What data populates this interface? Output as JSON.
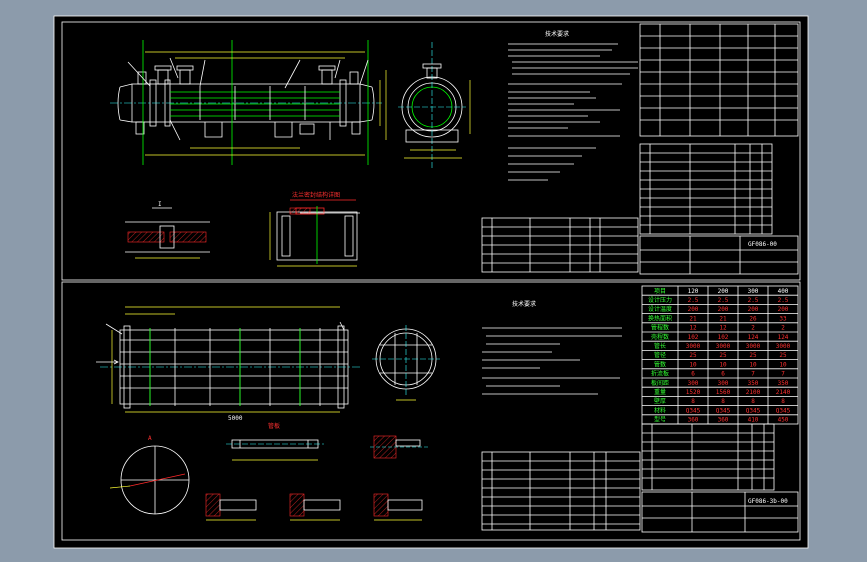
{
  "sheet_top": {
    "title_block_number": "GF086-00",
    "section_label": "I",
    "section_view_title": "法兰密封结构详图",
    "notes_title": "技术要求"
  },
  "sheet_bottom": {
    "title_block_number": "GF086-3b-00",
    "notes_title": "技术要求",
    "table_title": "管板",
    "dimension_overall": "5000",
    "section_label": "A"
  },
  "bottom_property_table": {
    "header": [
      "项目",
      "120",
      "200",
      "300",
      "400"
    ],
    "rows": [
      [
        "设计压力",
        "2.5",
        "2.5",
        "2.5",
        "2.5"
      ],
      [
        "设计温度",
        "200",
        "200",
        "200",
        "200"
      ],
      [
        "换热面积",
        "21",
        "21",
        "26",
        "33"
      ],
      [
        "管程数",
        "12",
        "12",
        "2",
        "2"
      ],
      [
        "壳程数",
        "102",
        "102",
        "124",
        "124"
      ],
      [
        "管长",
        "3000",
        "3000",
        "3000",
        "3000"
      ],
      [
        "管径",
        "25",
        "25",
        "25",
        "25"
      ],
      [
        "管数",
        "10",
        "10",
        "10",
        "10"
      ],
      [
        "折流板",
        "6",
        "6",
        "7",
        "7"
      ],
      [
        "板间距",
        "300",
        "300",
        "350",
        "350"
      ],
      [
        "重量",
        "1520",
        "1560",
        "2100",
        "2140"
      ],
      [
        "壁厚",
        "8",
        "8",
        "8",
        "8"
      ],
      [
        "材料",
        "Q345",
        "Q345",
        "Q345",
        "Q345"
      ],
      [
        "型号",
        "360",
        "360",
        "410",
        "450"
      ]
    ]
  }
}
